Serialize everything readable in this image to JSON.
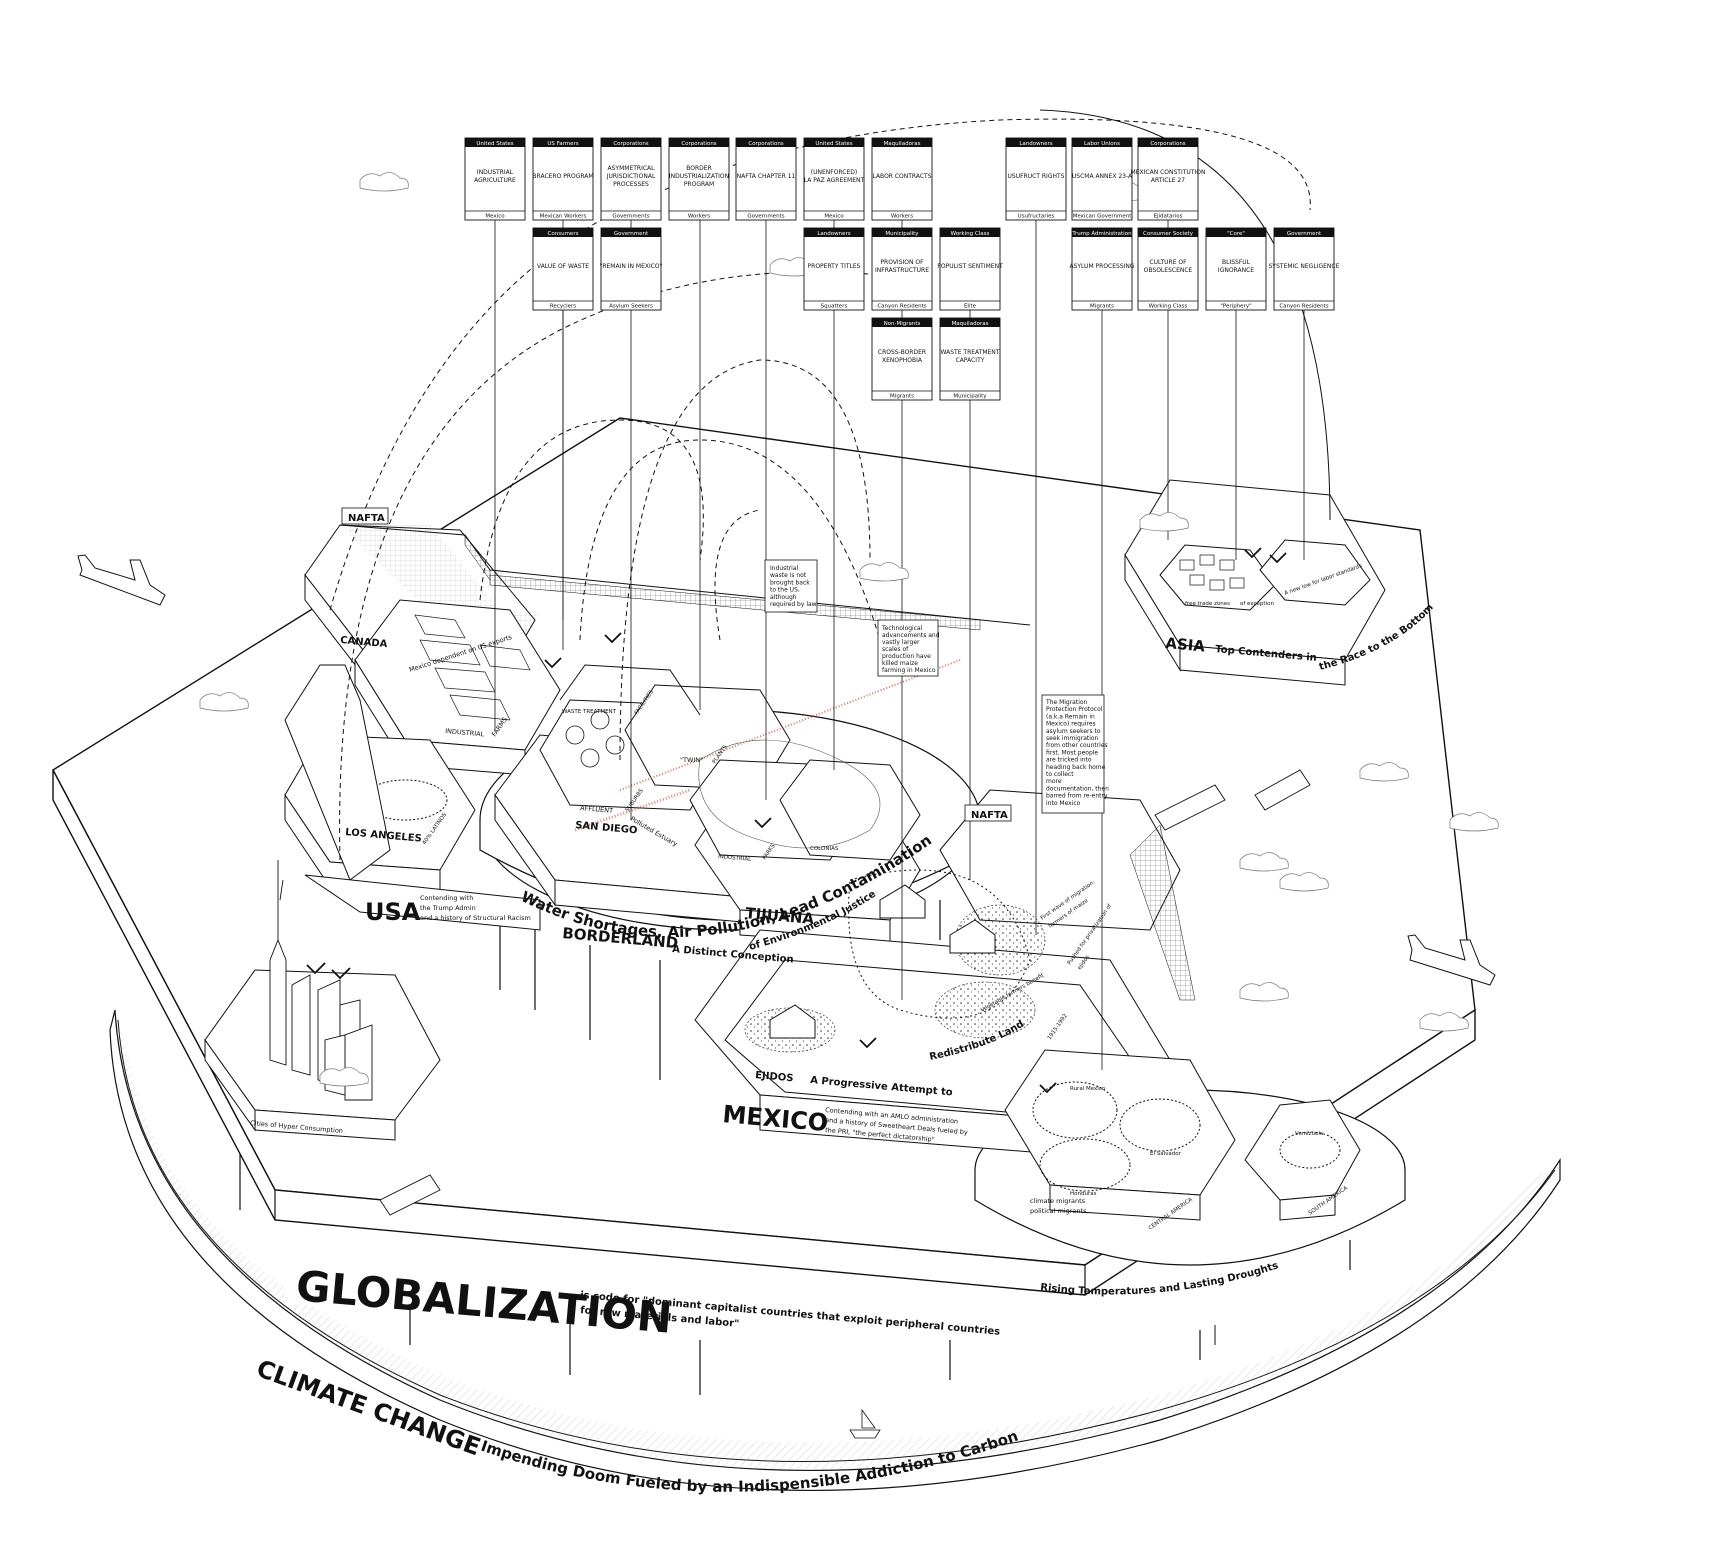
{
  "cards_top": [
    {
      "head": "United States",
      "body": [
        "INDUSTRIAL",
        "AGRICULTURE"
      ],
      "foot": "Mexico"
    },
    {
      "head": "US Farmers",
      "body": [
        "BRACERO PROGRAM"
      ],
      "foot": "Mexican Workers"
    },
    {
      "head": "Corporations",
      "body": [
        "ASYMMETRICAL",
        "JURISDICTIONAL",
        "PROCESSES"
      ],
      "foot": "Governments"
    },
    {
      "head": "Corporations",
      "body": [
        "BORDER",
        "INDUSTRIALIZATION",
        "PROGRAM"
      ],
      "foot": "Workers"
    },
    {
      "head": "Corporations",
      "body": [
        "NAFTA CHAPTER 11"
      ],
      "foot": "Governments"
    },
    {
      "head": "United States",
      "body": [
        "(UNENFORCED)",
        "LA PAZ AGREEMENT"
      ],
      "foot": "Mexico"
    },
    {
      "head": "Maquiladoras",
      "body": [
        "LABOR CONTRACTS"
      ],
      "foot": "Workers"
    },
    {
      "head": "Landowners",
      "body": [
        "USUFRUCT RIGHTS"
      ],
      "foot": "Usufructaries"
    },
    {
      "head": "Labor Unions",
      "body": [
        "USCMA ANNEX 23-A"
      ],
      "foot": "Mexican Government"
    },
    {
      "head": "Corporations",
      "body": [
        "MEXICAN CONSTITUTION",
        "ARTICLE 27"
      ],
      "foot": "Ejidatarios"
    }
  ],
  "cards_mid": [
    {
      "head": "Consumers",
      "body": [
        "VALUE OF WASTE"
      ],
      "foot": "Recyclers"
    },
    {
      "head": "Government",
      "body": [
        "\"REMAIN IN MEXICO\""
      ],
      "foot": "Asylum Seekers"
    },
    {
      "head": "Landowners",
      "body": [
        "PROPERTY TITLES"
      ],
      "foot": "Squatters"
    },
    {
      "head": "Municipality",
      "body": [
        "PROVISION OF",
        "INFRASTRUCTURE"
      ],
      "foot": "Canyon Residents"
    },
    {
      "head": "Working Class",
      "body": [
        "POPULIST SENTIMENT"
      ],
      "foot": "Elite"
    },
    {
      "head": "Trump Administration",
      "body": [
        "ASYLUM PROCESSING"
      ],
      "foot": "Migrants"
    },
    {
      "head": "Consumer Society",
      "body": [
        "CULTURE OF",
        "OBSOLESCENCE"
      ],
      "foot": "Working Class"
    },
    {
      "head": "\"Core\"",
      "body": [
        "BLISSFUL",
        "IGNORANCE"
      ],
      "foot": "\"Periphery\""
    },
    {
      "head": "Government",
      "body": [
        "SYSTEMIC NEGLIGENCE"
      ],
      "foot": "Canyon Residents"
    }
  ],
  "cards_low": [
    {
      "head": "Non-Migrants",
      "body": [
        "CROSS-BORDER",
        "XENOPHOBIA"
      ],
      "foot": "Migrants"
    },
    {
      "head": "Maquiladoras",
      "body": [
        "WASTE TREATMENT",
        "CAPACITY"
      ],
      "foot": "Municipality"
    }
  ],
  "labels": {
    "nafta_top": "NAFTA",
    "nafta_right": "NAFTA",
    "canada": "CANADA",
    "industrial": "INDUSTRIAL",
    "farms": "FARMS",
    "mexico_dependent": "Mexico dependent on US exports",
    "waste_treatment": "WASTE TREATMENT",
    "facilities": "FACILITIES",
    "affluent": "AFFLUENT",
    "suburbs": "SUBURBS",
    "twin": "\"TWIN\"",
    "plants": "PLANTS",
    "san_diego": "SAN DIEGO",
    "polluted_estuary": "Polluted Estuary",
    "industrial_parks_a": "INDUSTRIAL",
    "industrial_parks_b": "PARKS",
    "colonias": "COLONIAS",
    "tijuana": "TIJUANA",
    "los_angeles": "LOS ANGELES",
    "latinos": "40% LATINOS",
    "usa": "USA",
    "usa_sub1": "Contending with",
    "usa_sub2": "the Trump Admin",
    "usa_sub3": "and a history of Structural Racism",
    "borderland": "BORDERLAND",
    "borderland_sub": "A Distinct Conception",
    "env_justice": "of Environmental Justice",
    "water_arc": "Water Shortages, Air Pollution, Lead Contamination",
    "ejidos": "EJIDOS",
    "ejidos_sub": "A Progressive Attempt to",
    "redistribute": "Redistribute Land",
    "mexico": "MEXICO",
    "mexico_sub1": "Contending with an AMLO administration",
    "mexico_sub2": "and a history of Sweetheart Deals fueled by",
    "mexico_sub3": "the PRI, \"the perfect dictatorship\"",
    "years": "1915-1992",
    "vegetable": "Vegetable farmers benefit",
    "first_wave": "First wave of migration:",
    "first_wave2": "farmers of maize",
    "pushed": "Pushed for privatization of",
    "pushed2": "ejidos",
    "cities": "Cities of Hyper Consumption",
    "asia": "ASIA",
    "asia_sub": "Top Contenders in",
    "asia_sub2": "the Race to the Bottom",
    "free_trade": "free trade zones",
    "of_exception": "of exception",
    "new_low": "A new low for labor standards",
    "rural_mexico": "Rural Mexico",
    "el_salvador": "El Salvador",
    "honduras": "Honduras",
    "venezuela": "Venezuela",
    "climate_migrants": "climate migrants",
    "political_migrants": "political migrants",
    "central_america": "CENTRAL AMERICA",
    "south_america": "SOUTH AMERICA",
    "rising": "Rising Temperatures and Lasting Droughts",
    "globalization": "GLOBALIZATION",
    "glob_sub1": "is code for \"dominant capitalist countries that exploit peripheral countries",
    "glob_sub2": "for raw materials and labor\"",
    "climate_change": "CLIMATE CHANGE",
    "climate_arc": "Impending Doom Fueled by an Indispensible Addiction to Carbon"
  },
  "notes": {
    "industrial_waste": [
      "Industrial",
      "waste is not",
      "brought back",
      "to the US,",
      "although",
      "required by law"
    ],
    "technological": [
      "Technological",
      "advancements and",
      "vastly larger",
      "scales of",
      "production have",
      "killed maize",
      "farming in Mexico"
    ],
    "migration": [
      "The Migration",
      "Protection Protocol",
      "(a.k.a Remain in",
      "Mexico) requires",
      "asylum seekers to",
      "seek immigration",
      "from other countries",
      "first. Most people",
      "are tricked into",
      "heading back home",
      "to collect",
      "more",
      "documentation, then",
      "barred from re-entry",
      "into Mexico"
    ]
  }
}
